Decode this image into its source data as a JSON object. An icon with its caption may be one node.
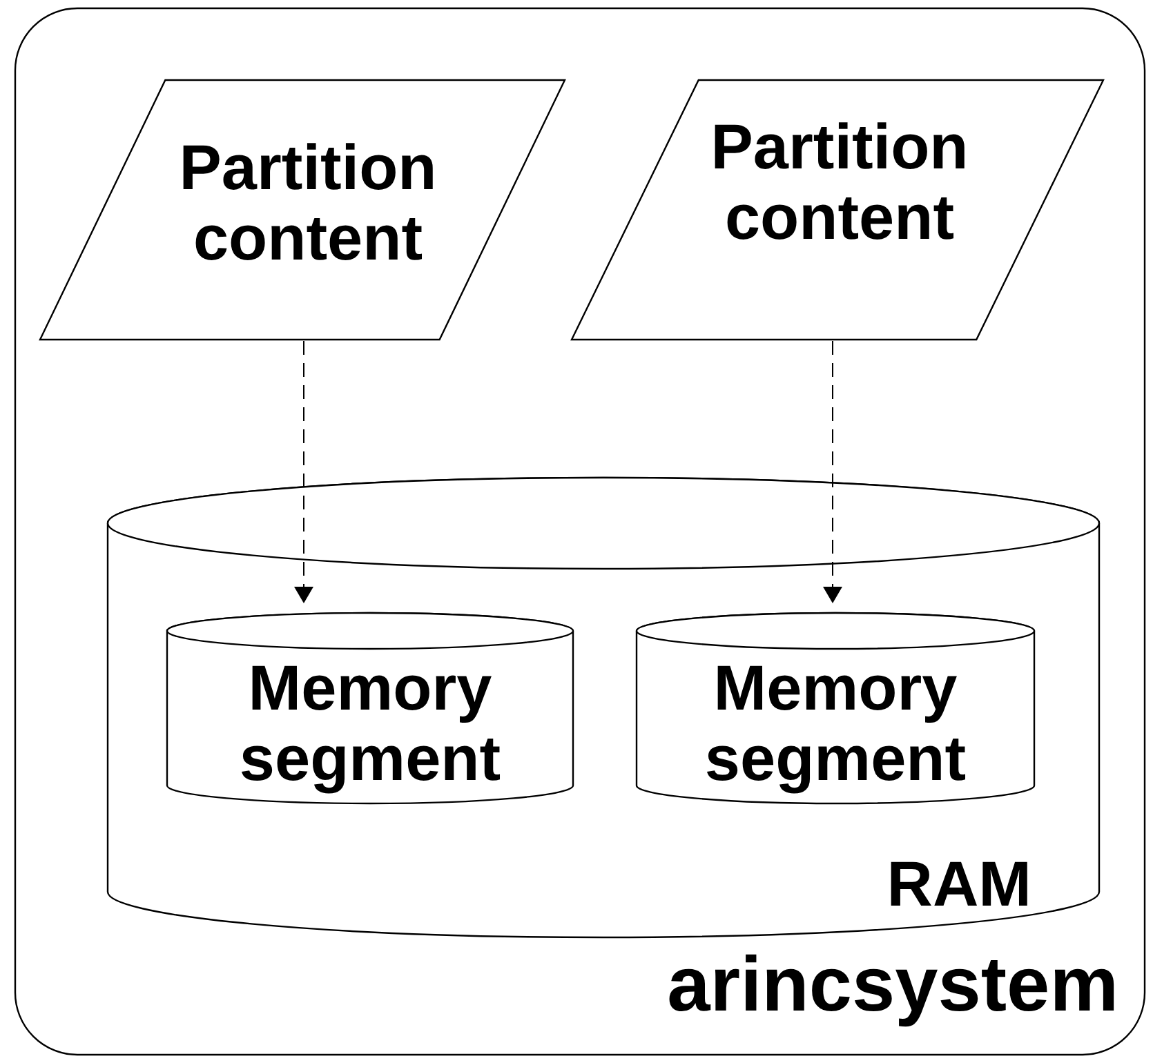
{
  "diagram": {
    "nodes": [
      {
        "text": [
          "arincsystem"
        ]
      },
      {
        "text": [
          "Partition content"
        ],
        "in": 0
      },
      {
        "text": [
          "Partition content"
        ],
        "in": 0
      },
      {
        "text": [
          "RAM"
        ],
        "in": 0
      },
      {
        "text": [
          "Memory segment"
        ],
        "in": 3
      },
      {
        "text": [
          "Memory segment"
        ],
        "in": 3
      }
    ],
    "edges": [
      {
        "from": 1,
        "to": 4,
        "arrow": "to",
        "style": "dashed"
      },
      {
        "from": 2,
        "to": 5,
        "arrow": "to",
        "style": "dashed"
      }
    ]
  }
}
